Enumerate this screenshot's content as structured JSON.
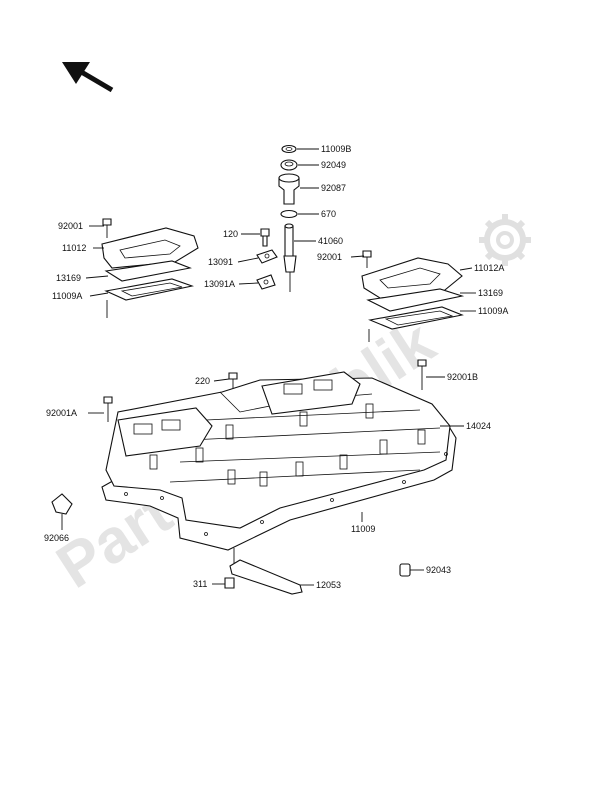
{
  "watermark": {
    "text": "Parts Republik",
    "icon": "gear-icon"
  },
  "direction_arrow": {
    "icon": "arrow-up-left-icon"
  },
  "labels": {
    "p11009B": "11009B",
    "p92049": "92049",
    "p92087": "92087",
    "p670": "670",
    "p41060": "41060",
    "p120": "120",
    "p13091": "13091",
    "p13091A": "13091A",
    "p92001": "92001",
    "p11012": "11012",
    "p13169": "13169",
    "p11009A": "11009A",
    "p92001r": "92001",
    "p11012A": "11012A",
    "p13169r": "13169",
    "p11009Ar": "11009A",
    "p220": "220",
    "p92001B": "92001B",
    "p92001A": "92001A",
    "p14024": "14024",
    "p11009": "11009",
    "p92066": "92066",
    "p92043": "92043",
    "p311": "311",
    "p12053": "12053"
  }
}
